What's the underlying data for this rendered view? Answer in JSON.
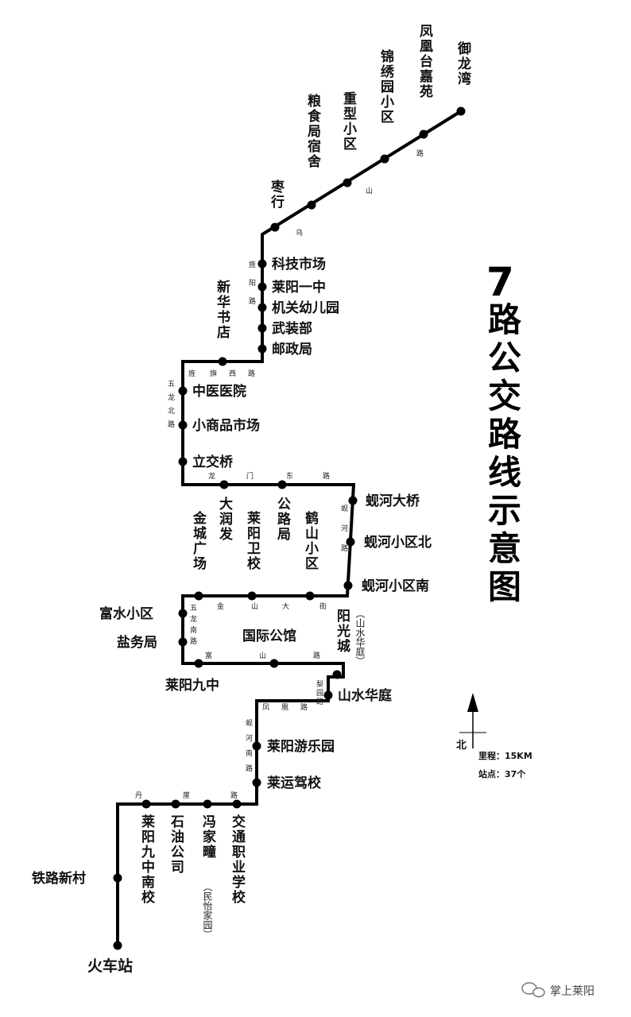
{
  "title": {
    "number": "7",
    "text": "路公交路线示意图"
  },
  "stations": {
    "s1": "御龙湾",
    "s2": "凤凰台嘉苑",
    "s3": "锦绣园小区",
    "s4": "重型小区",
    "s5": "粮食局宿舍",
    "s6": "枣行",
    "s7": "科技市场",
    "s8": "莱阳一中",
    "s9": "机关幼儿园",
    "s10": "武装部",
    "s11": "邮政局",
    "s12": "新华书店",
    "s13": "中医医院",
    "s14": "小商品市场",
    "s15": "立交桥",
    "s16": "大润发",
    "s17": "公路局",
    "s18": "蚬河大桥",
    "s19": "蚬河小区北",
    "s20": "蚬河小区南",
    "s21": "鹤山小区",
    "s22": "莱阳卫校",
    "s23": "金城广场",
    "s24": "富水小区",
    "s25": "盐务局",
    "s26": "莱阳九中",
    "s27": "国际公馆",
    "s28": "阳光城",
    "s28b": "（山水华庭）",
    "s29": "山水华庭",
    "s30": "莱阳游乐园",
    "s31": "莱运驾校",
    "s32": "交通职业学校",
    "s33": "冯家疃",
    "s33b": "（民怡家园）",
    "s34": "石油公司",
    "s35": "莱阳九中南校",
    "s36": "铁路新村",
    "s37": "火车站"
  },
  "roads": {
    "r1a": "乌",
    "r1b": "山",
    "r1c": "路",
    "r2": "旌阳路",
    "r3": [
      "旌",
      "旗",
      "西",
      "路"
    ],
    "r4": "五龙北路",
    "r5": [
      "龙",
      "门",
      "东",
      "路"
    ],
    "r6": "蚬河路",
    "r7": [
      "金",
      "山",
      "大",
      "街"
    ],
    "r8": "五龙南路",
    "r9": [
      "富",
      "山",
      "路"
    ],
    "r10": "梨园路",
    "r11": [
      "凤",
      "凰",
      "路"
    ],
    "r12": "蚬河南路",
    "r13": [
      "丹",
      "崖",
      "路"
    ]
  },
  "legend": {
    "north": "北",
    "distance": "里程：15KM",
    "stops": "站点：37个"
  },
  "watermark": "掌上莱阳",
  "colors": {
    "line": "#000000",
    "text": "#111111"
  }
}
